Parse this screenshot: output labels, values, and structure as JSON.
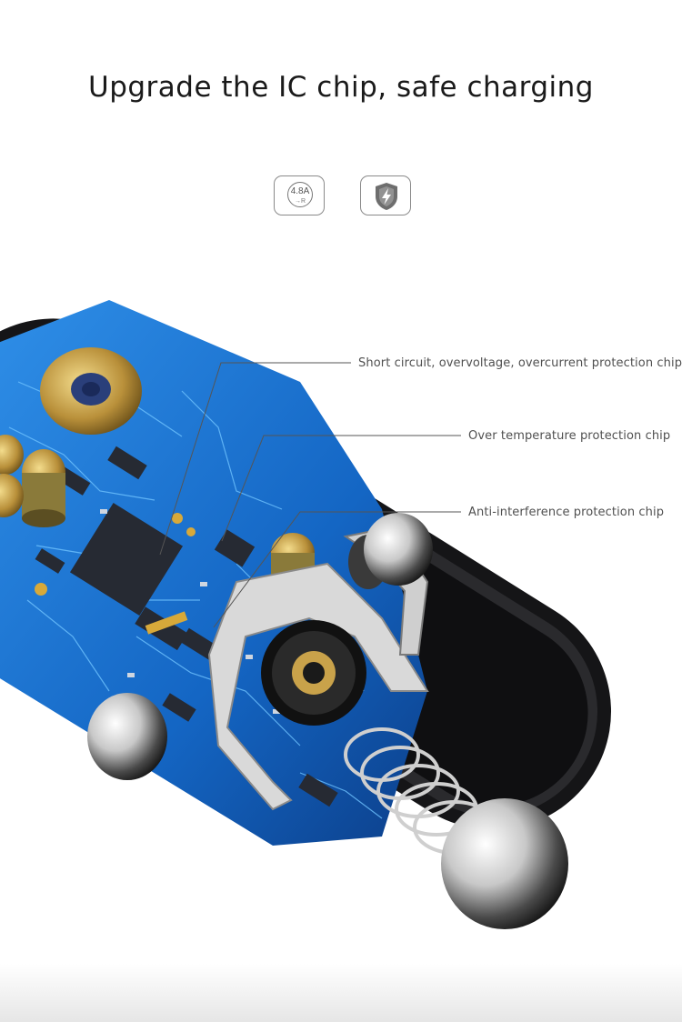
{
  "header": {
    "title": "Upgrade the IC chip, safe charging"
  },
  "badges": {
    "current": {
      "value": "4.8A",
      "sub": "→R",
      "icon": "current-rating-icon"
    },
    "shield": {
      "icon": "shield-lightning-icon"
    }
  },
  "callouts": [
    {
      "label": "Short circuit, overvoltage, overcurrent protection chip"
    },
    {
      "label": "Over temperature protection chip"
    },
    {
      "label": "Anti-interference protection chip"
    }
  ],
  "colors": {
    "pcb": "#1c74d6",
    "housing": "#1b1b1d",
    "chrome": "#d8d8d8",
    "coil_gold": "#c9a24a"
  }
}
